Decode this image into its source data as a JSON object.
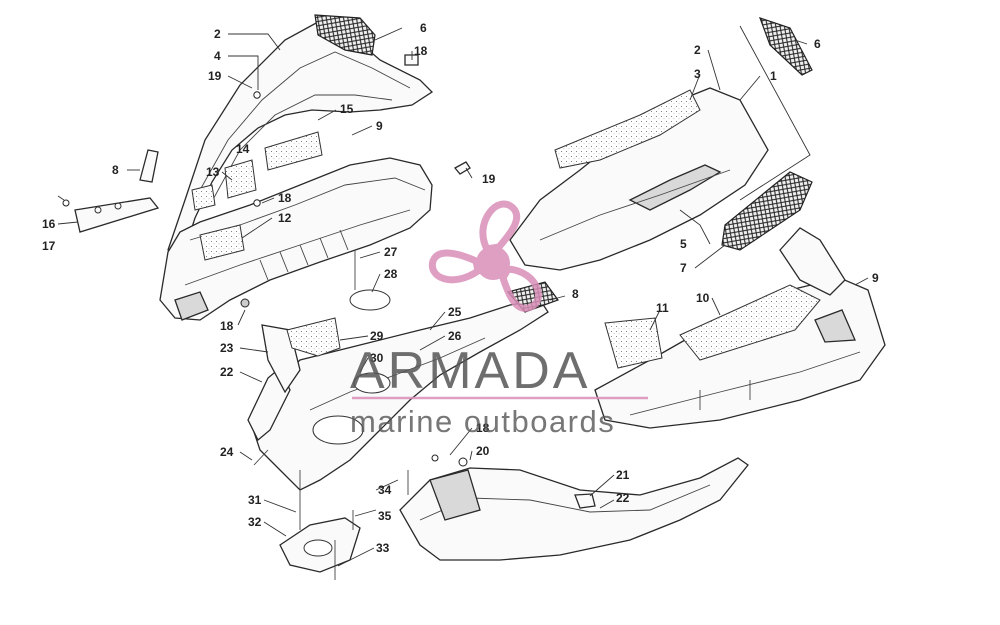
{
  "diagram": {
    "callouts": {
      "c2a": "2",
      "c4": "4",
      "c6a": "6",
      "c18a": "18",
      "c19a": "19",
      "c15": "15",
      "c9a": "9",
      "c14": "14",
      "c8a": "8",
      "c13": "13",
      "c18b": "18",
      "c19b": "19",
      "c12": "12",
      "c16": "16",
      "c17": "17",
      "c18c": "18",
      "c27": "27",
      "c28": "28",
      "c25": "25",
      "c26": "26",
      "c23": "23",
      "c29": "29",
      "c30": "30",
      "c22a": "22",
      "c24": "24",
      "c31": "31",
      "c32": "32",
      "c33": "33",
      "c34": "34",
      "c35": "35",
      "c18d": "18",
      "c20": "20",
      "c21": "21",
      "c22b": "22",
      "c2b": "2",
      "c3": "3",
      "c1": "1",
      "c6b": "6",
      "c5": "5",
      "c7": "7",
      "c8b": "8",
      "c11": "11",
      "c10": "10",
      "c9b": "9"
    }
  },
  "watermark": {
    "brand": "ARMADA",
    "tagline": "marine outboards",
    "logo_color": "#d98fb8",
    "text_color": "#555555",
    "line_color": "#d98fb8"
  }
}
